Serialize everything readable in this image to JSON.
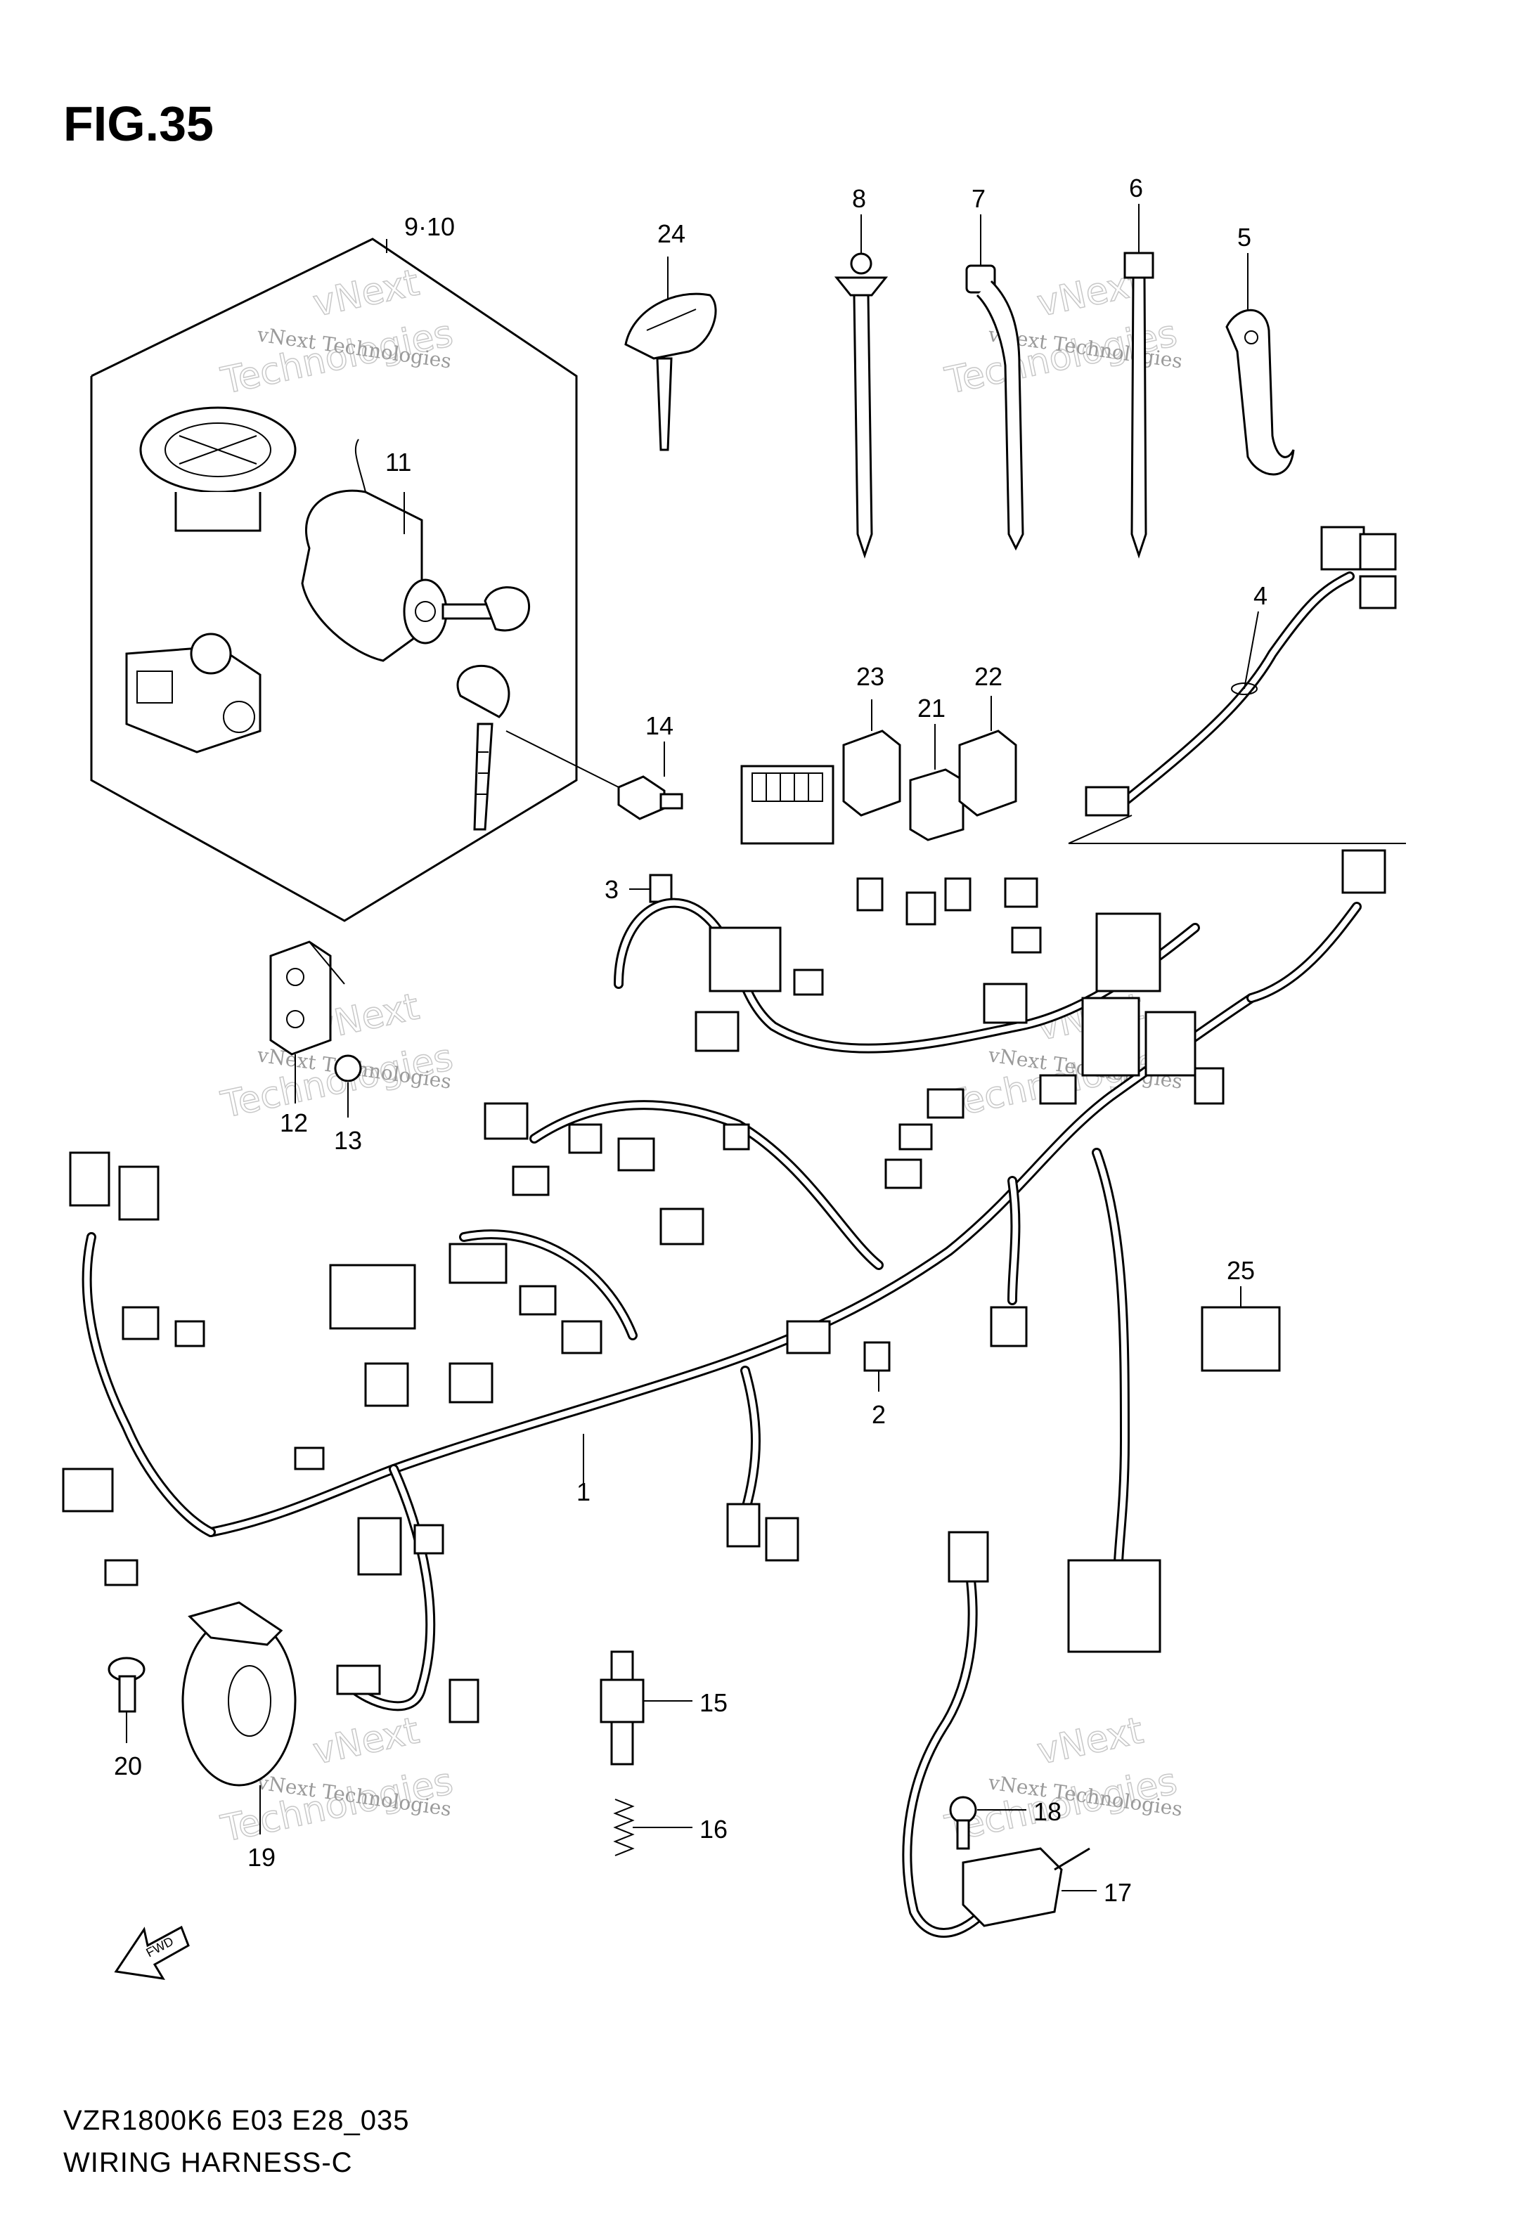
{
  "figure": {
    "title": "FIG.35",
    "model_code": "VZR1800K6 E03 E28_035",
    "subtitle": "WIRING HARNESS-C"
  },
  "callouts": {
    "c1": "1",
    "c2": "2",
    "c3": "3",
    "c4": "4",
    "c5": "5",
    "c6": "6",
    "c7": "7",
    "c8": "8",
    "c9_10": "9·10",
    "c11": "11",
    "c12": "12",
    "c13": "13",
    "c14": "14",
    "c15": "15",
    "c16": "16",
    "c17": "17",
    "c18": "18",
    "c19": "19",
    "c20": "20",
    "c21": "21",
    "c22": "22",
    "c23": "23",
    "c24": "24",
    "c25": "25"
  },
  "fwd_label": "FWD",
  "watermark": {
    "line1": "vNext Technologies",
    "line2": "vNext",
    "line3": "Technologies"
  }
}
